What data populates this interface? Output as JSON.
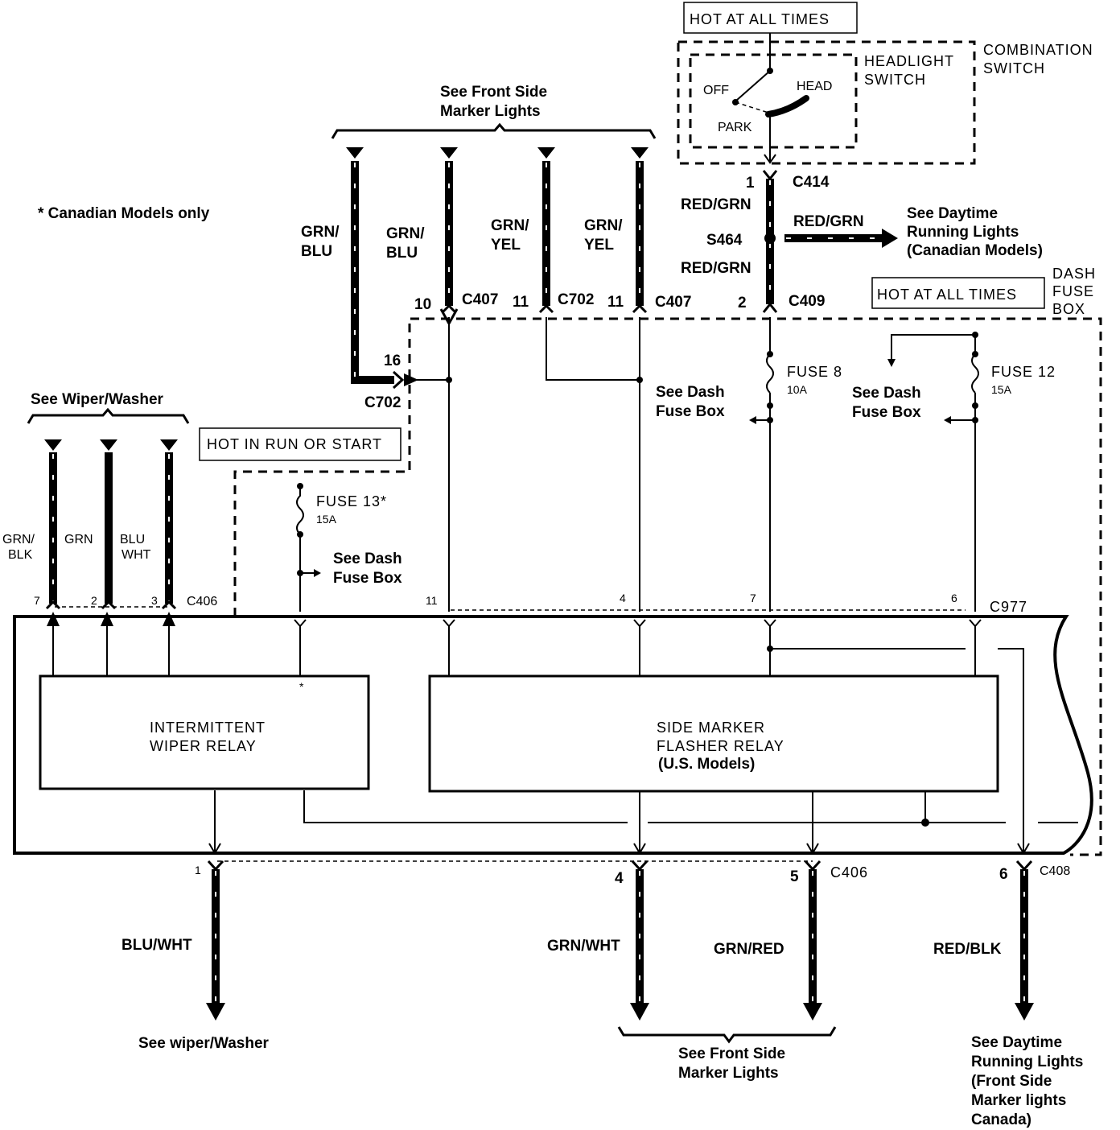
{
  "notes": {
    "canadian": "* Canadian Models only"
  },
  "hot_labels": {
    "top": "HOT AT ALL TIMES",
    "dash": "HOT AT ALL TIMES",
    "run_start": "HOT IN RUN OR START"
  },
  "combination_switch": {
    "title_line1": "COMBINATION",
    "title_line2": "SWITCH",
    "headlight_line1": "HEADLIGHT",
    "headlight_line2": "SWITCH",
    "off": "OFF",
    "head": "HEAD",
    "park": "PARK"
  },
  "dash_fuse_box": {
    "line1": "DASH",
    "line2": "FUSE",
    "line3": "BOX"
  },
  "groups": {
    "front_side_top_line1": "See Front Side",
    "front_side_top_line2": "Marker Lights",
    "wiper_top": "See Wiper/Washer",
    "front_side_bottom_line1": "See Front Side",
    "front_side_bottom_line2": "Marker Lights"
  },
  "wires_top": [
    {
      "color1": "GRN/",
      "color2": "BLU"
    },
    {
      "color1": "GRN/",
      "color2": "BLU"
    },
    {
      "color1": "GRN/",
      "color2": "YEL"
    },
    {
      "color1": "GRN/",
      "color2": "YEL"
    }
  ],
  "wires_wiper": [
    {
      "color1": "GRN/",
      "color2": "BLK"
    },
    {
      "color1": "GRN",
      "color2": ""
    },
    {
      "color1": "BLU",
      "color2": "WHT"
    }
  ],
  "connectors": {
    "c414": "C414",
    "c414_pin": "1",
    "s464": "S464",
    "c409": "C409",
    "c409_pin": "2",
    "c407a": "C407",
    "c407a_pin": "10",
    "c702a": "C702",
    "c702a_pin": "11",
    "c407b": "C407",
    "c407b_pin": "11",
    "c702b": "C702",
    "c702b_pin": "16",
    "c406_top": "C406",
    "c406_pins": [
      "7",
      "2",
      "3"
    ],
    "c977": "C977",
    "c977_pins": [
      "11",
      "4",
      "7",
      "6"
    ],
    "c406_bottom": "C406",
    "c408": "C408",
    "bottom_pins": [
      "1",
      "4",
      "5",
      "6"
    ]
  },
  "red_grn": {
    "upper": "RED/GRN",
    "lower": "RED/GRN",
    "branch": "RED/GRN"
  },
  "daytime_top": {
    "line1": "See Daytime",
    "line2": "Running Lights",
    "line3": "(Canadian Models)"
  },
  "fuses": {
    "fuse8": "FUSE 8",
    "fuse8_amp": "10A",
    "fuse12": "FUSE 12",
    "fuse12_amp": "15A",
    "fuse13": "FUSE 13*",
    "fuse13_amp": "15A"
  },
  "see_dash": {
    "a_line1": "See Dash",
    "a_line2": "Fuse Box",
    "b_line1": "See Dash",
    "b_line2": "Fuse Box",
    "c_line1": "See Dash",
    "c_line2": "Fuse Box"
  },
  "relays": {
    "wiper_line1": "INTERMITTENT",
    "wiper_line2": "WIPER RELAY",
    "wiper_star": "*",
    "flasher_line1": "SIDE MARKER",
    "flasher_line2": "FLASHER RELAY",
    "flasher_line3": "(U.S. Models)"
  },
  "wires_bottom": [
    {
      "color": "BLU/WHT"
    },
    {
      "color": "GRN/WHT"
    },
    {
      "color": "GRN/RED"
    },
    {
      "color": "RED/BLK"
    }
  ],
  "bottom_notes": {
    "wiper": "See wiper/Washer",
    "daytime_line1": "See Daytime",
    "daytime_line2": "Running Lights",
    "daytime_line3": "(Front Side",
    "daytime_line4": "Marker lights",
    "daytime_line5": "Canada)"
  }
}
